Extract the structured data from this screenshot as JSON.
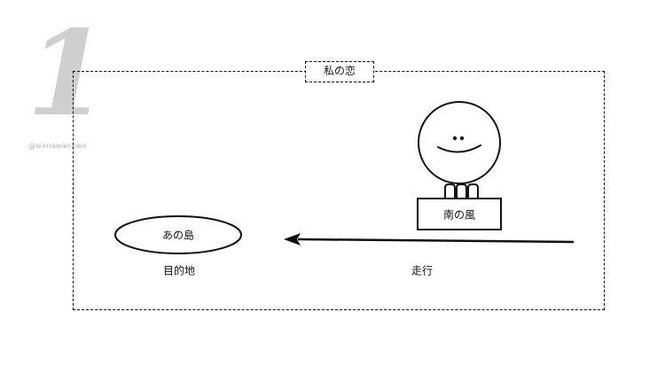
{
  "header": {
    "number": "1",
    "watermark": "@wanawanawo"
  },
  "frame": {
    "title": "私の恋"
  },
  "nodes": {
    "destination": {
      "label": "あの島",
      "caption": "目的地"
    },
    "agent": {
      "label": "南の風"
    }
  },
  "edge": {
    "label": "走行"
  }
}
